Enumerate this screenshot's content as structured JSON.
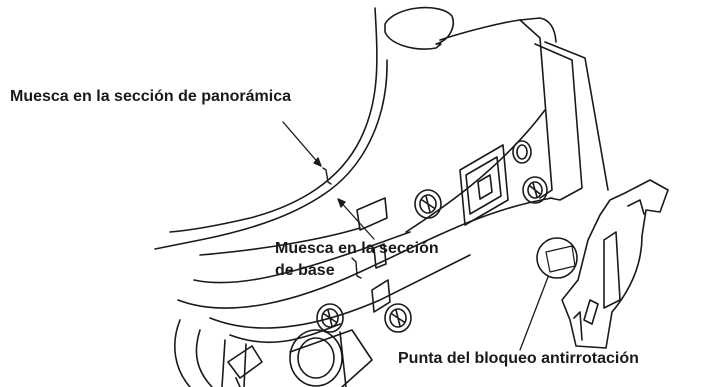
{
  "labels": {
    "pan_notch": "Muesca en la sección de panorámica",
    "base_notch_line1": "Muesca en la sección",
    "base_notch_line2": "de base",
    "antirotation_tip": "Punta del bloqueo antirrotación"
  }
}
